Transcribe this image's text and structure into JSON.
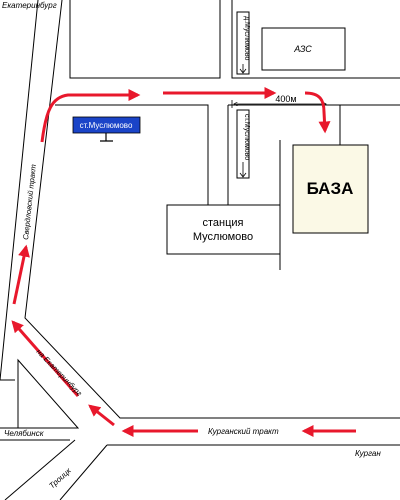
{
  "labels": {
    "city_ekaterinburg": "Екатеринбург",
    "gas_station": "АЗС",
    "direction_muslyumovo_top": "д.Муслюмово",
    "distance": "400м",
    "station_sign": "ст.Муслюмово",
    "direction_muslyumovo_right": "ст.Муслюмово",
    "base": "БАЗА",
    "station_line1": "станция",
    "station_line2": "Муслюмово",
    "sverdlovsk_tract": "Свердловский тракт",
    "to_ekaterinburg": "на Екатеринбург",
    "chelyabinsk": "Челябинск",
    "kurgan_tract": "Курганский тракт",
    "kurgan": "Курган",
    "troitsk": "Троицк"
  },
  "colors": {
    "route_arrow": "#e8182c",
    "station_sign_bg": "#1a44c8",
    "station_sign_text": "#ffffff",
    "base_fill": "#fbf9e6",
    "road_line": "#000000"
  },
  "icons": {
    "route": "red-arrow-icon",
    "distance": "dimension-arrow-icon"
  }
}
